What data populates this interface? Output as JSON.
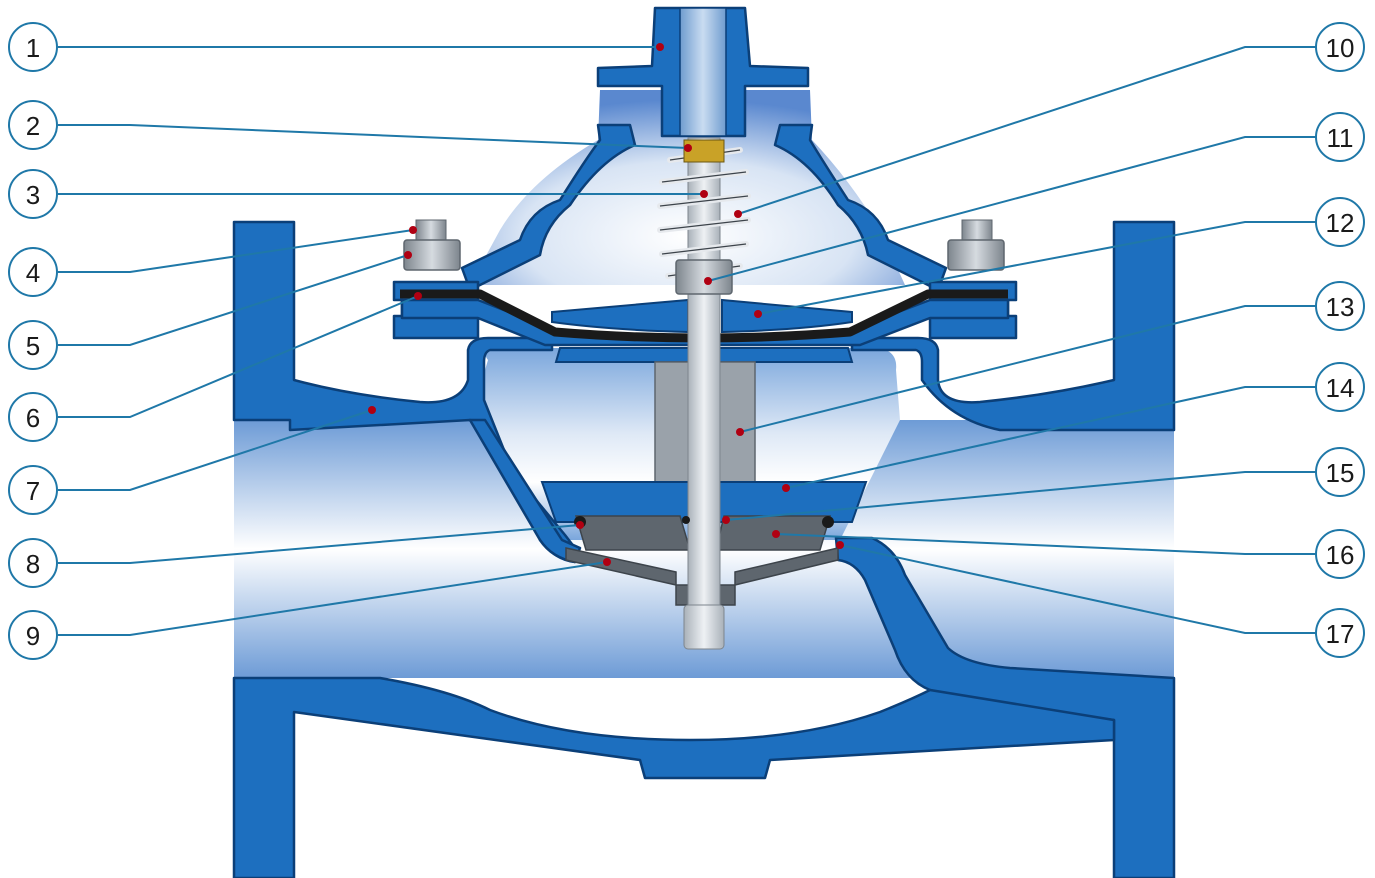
{
  "diagram": {
    "title": "",
    "colors": {
      "body_blue": "#1d6fbf",
      "body_outline": "#0b3f78",
      "fluid_top": "#5c8fd4",
      "fluid_bottom": "#ffffff",
      "leader_line": "#1f78a8",
      "marker_dot": "#b00012",
      "diaphragm": "#1a1a1a",
      "metal_grey": "#9aa2aa",
      "dark_grey": "#5e666e",
      "stem_light": "#d8dde2",
      "circle_stroke": "#1f78a8"
    },
    "callouts": [
      {
        "label": "1"
      },
      {
        "label": "2"
      },
      {
        "label": "3"
      },
      {
        "label": "4"
      },
      {
        "label": "5"
      },
      {
        "label": "6"
      },
      {
        "label": "7"
      },
      {
        "label": "8"
      },
      {
        "label": "9"
      },
      {
        "label": "10"
      },
      {
        "label": "11"
      },
      {
        "label": "12"
      },
      {
        "label": "13"
      },
      {
        "label": "14"
      },
      {
        "label": "15"
      },
      {
        "label": "16"
      },
      {
        "label": "17"
      }
    ]
  }
}
